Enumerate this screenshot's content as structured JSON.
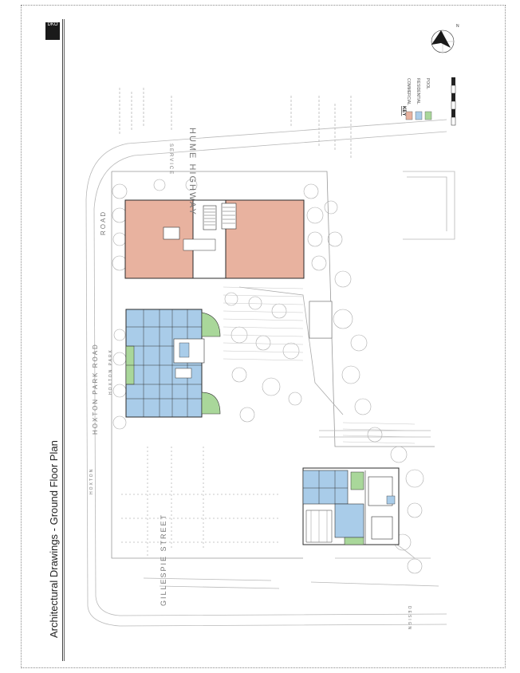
{
  "title": "Architectural Drawings - Ground Floor Plan",
  "logo_text": "DKO",
  "streets": {
    "hume_highway": "HUME HIGHWAY",
    "hume_highway_sub": "SERVICE",
    "hoxton_park_road": "HOXTON PARK ROAD",
    "hoxton_park_road_sub": "HOXTON PARK",
    "road_sub": "ROAD",
    "gillespie_street": "GILLESPIE STREET",
    "gillespie_sub": "DESIGN",
    "hoxton_left": "HOXTON"
  },
  "legend": {
    "heading": "KEY",
    "items": [
      {
        "label": "COMMERCIAL",
        "color": "#e8b29f"
      },
      {
        "label": "RESIDENTIAL",
        "color": "#a9cce9"
      },
      {
        "label": "POOL",
        "color": "#a9d79a"
      }
    ]
  },
  "colors": {
    "commercial": "#e8b29f",
    "residential": "#a9cce9",
    "landscape": "#a9d79a",
    "linework": "#2b2b2b",
    "context": "#b8b8b8"
  },
  "icons": {
    "north_arrow": "north-arrow-icon",
    "scale_bar": "scale-bar-icon"
  }
}
